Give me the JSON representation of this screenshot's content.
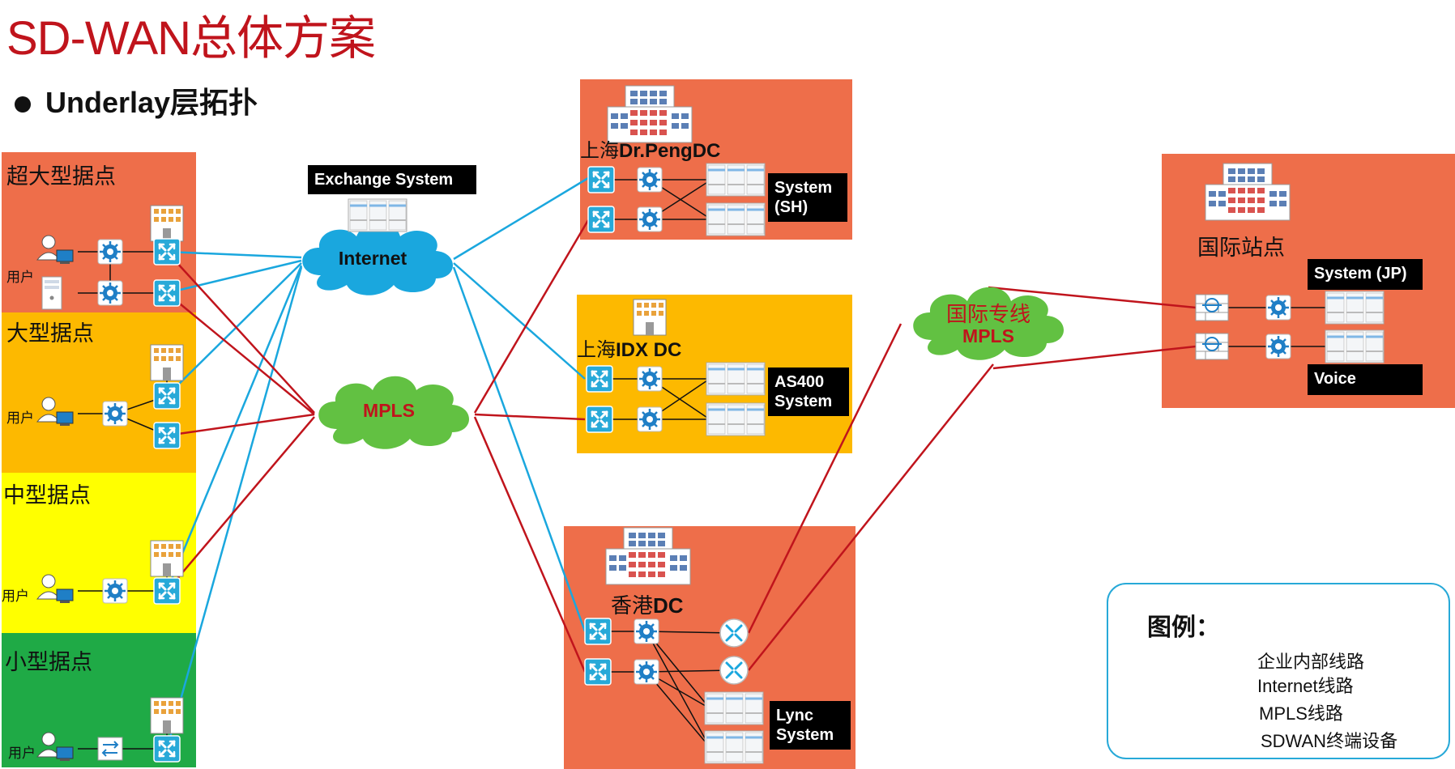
{
  "title": "SD-WAN总体方案",
  "subtitle": "Underlay层拓扑",
  "sites": {
    "super_large": "超大型据点",
    "large": "大型据点",
    "medium": "中型据点",
    "small": "小型据点",
    "user": "用户"
  },
  "clouds": {
    "internet": "Internet",
    "mpls": "MPLS",
    "intl_line": "国际专线",
    "intl_mpls": "MPLS"
  },
  "systems": {
    "exchange": "Exchange System",
    "sh_line1": "System",
    "sh_line2": "(SH)",
    "as400_line1": "AS400",
    "as400_line2": "System",
    "lync_line1": "Lync",
    "lync_line2": "System",
    "jp": "System (JP)",
    "voice": "Voice"
  },
  "datacenters": {
    "shanghai_peng_prefix": "上海",
    "shanghai_peng_suffix": "Dr.PengDC",
    "shanghai_idx_prefix": "上海",
    "shanghai_idx_suffix": "IDX DC",
    "hongkong_prefix": "香港",
    "hongkong_suffix": "DC",
    "international": "国际站点"
  },
  "legend": {
    "title": "图例：",
    "items": [
      "企业内部线路",
      "Internet线路",
      "MPLS线路",
      "SDWAN终端设备"
    ]
  },
  "colors": {
    "internet_line": "#1aa7de",
    "mpls_line": "#c0141c",
    "internal_line": "#111111",
    "zone_orange": "#ee6e4a",
    "zone_amber": "#fdb900",
    "zone_yellow": "#ffff00",
    "zone_green": "#1faa46",
    "cloud_fill": "#62c142",
    "sdwan_device": "#27a9d8"
  }
}
